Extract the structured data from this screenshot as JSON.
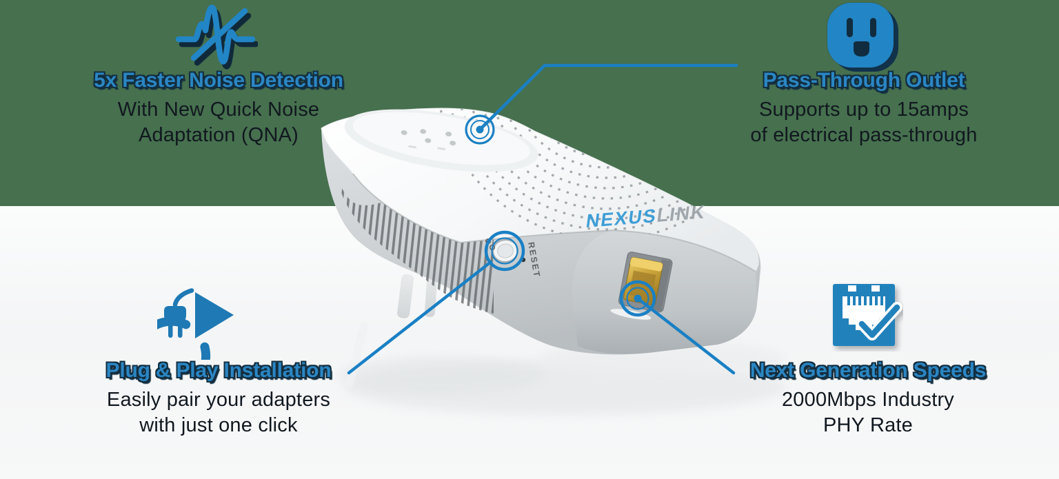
{
  "background": {
    "top_band_color": "#46704e",
    "bottom_color": "#f5f6f7"
  },
  "colors": {
    "green_band": "#46704e",
    "accent": "#2b86c3",
    "navy": "#132e3f",
    "callout": "#1a80c4",
    "text_dark": "#11181f",
    "icon_blue": "#1e79b4"
  },
  "features": {
    "noise": {
      "icon": "noise-waveform-icon",
      "title": "5x Faster Noise Detection",
      "line1": "With New Quick Noise",
      "line2": "Adaptation (QNA)"
    },
    "outlet": {
      "icon": "power-outlet-icon",
      "title": "Pass-Through Outlet",
      "line1": "Supports up to 15amps",
      "line2": "of electrical pass-through"
    },
    "plugplay": {
      "icon": "plug-play-icon",
      "title": "Plug & Play Installation",
      "line1": "Easily pair your adapters",
      "line2": "with just one click"
    },
    "speed": {
      "icon": "ethernet-check-icon",
      "title": "Next Generation Speeds",
      "line1": "2000Mbps Industry",
      "line2": "PHY Rate"
    }
  },
  "device": {
    "brand_primary": "NEXUS",
    "brand_secondary": "LINK",
    "reset_label": "RESET",
    "gold_port_color": "#c9a23a"
  }
}
